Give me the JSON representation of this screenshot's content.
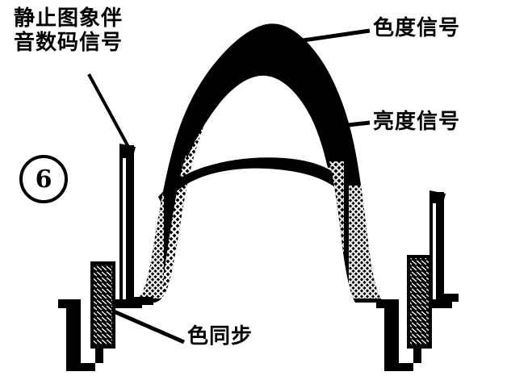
{
  "figure": {
    "number": "6",
    "background_color": "#ffffff",
    "ink_color": "#000000",
    "caption_labels": {
      "still_image_audio_digital": {
        "line1": "静止图象伴",
        "line2": "音数码信号"
      },
      "chrominance": "色度信号",
      "luminance": "亮度信号",
      "color_burst": "色同步"
    }
  },
  "chart_data": {
    "type": "line",
    "title": "",
    "xlabel": "",
    "ylabel": "",
    "grid": false,
    "legend_position": "none",
    "description": "Composite television signal waveform envelope with horizontal sync pulses, color burst packets and a central arched modulated video region.",
    "annotations": [
      {
        "name": "still_image_audio_digital",
        "text": "静止图象伴音数码信号",
        "points_to": "left tall narrow pulse bar",
        "target_x": 157,
        "target_y": 182
      },
      {
        "name": "chrominance",
        "text": "色度信号",
        "points_to": "top of arch envelope",
        "target_x": 366,
        "target_y": 44
      },
      {
        "name": "luminance",
        "text": "亮度信号",
        "points_to": "right inner band of arch",
        "target_x": 404,
        "target_y": 156
      },
      {
        "name": "color_burst",
        "text": "色同步",
        "points_to": "left hatched burst block",
        "target_x": 140,
        "target_y": 392
      }
    ],
    "baseline_y": 375,
    "series": [
      {
        "name": "envelope_outer",
        "values": [
          375,
          330,
          250,
          170,
          110,
          70,
          45,
          38,
          42,
          60,
          100,
          160,
          240,
          320,
          375
        ]
      },
      {
        "name": "envelope_inner",
        "values": [
          375,
          345,
          285,
          215,
          160,
          128,
          112,
          108,
          115,
          135,
          178,
          245,
          310,
          350,
          375
        ]
      }
    ],
    "sync_pulses": [
      {
        "side": "left",
        "x": 80,
        "width": 42,
        "top": 375,
        "bottom": 450
      },
      {
        "side": "right",
        "x": 472,
        "width": 42,
        "top": 375,
        "bottom": 450
      }
    ],
    "burst_blocks": [
      {
        "side": "left",
        "x": 115,
        "y": 326,
        "width": 25,
        "height": 102,
        "fill": "hatched"
      },
      {
        "side": "right",
        "x": 508,
        "y": 318,
        "width": 25,
        "height": 110,
        "fill": "hatched"
      }
    ],
    "tall_bars": [
      {
        "side": "left",
        "x": 150,
        "y": 180,
        "width": 14,
        "height": 195
      },
      {
        "side": "right",
        "x": 534,
        "y": 238,
        "width": 14,
        "height": 137
      }
    ]
  }
}
